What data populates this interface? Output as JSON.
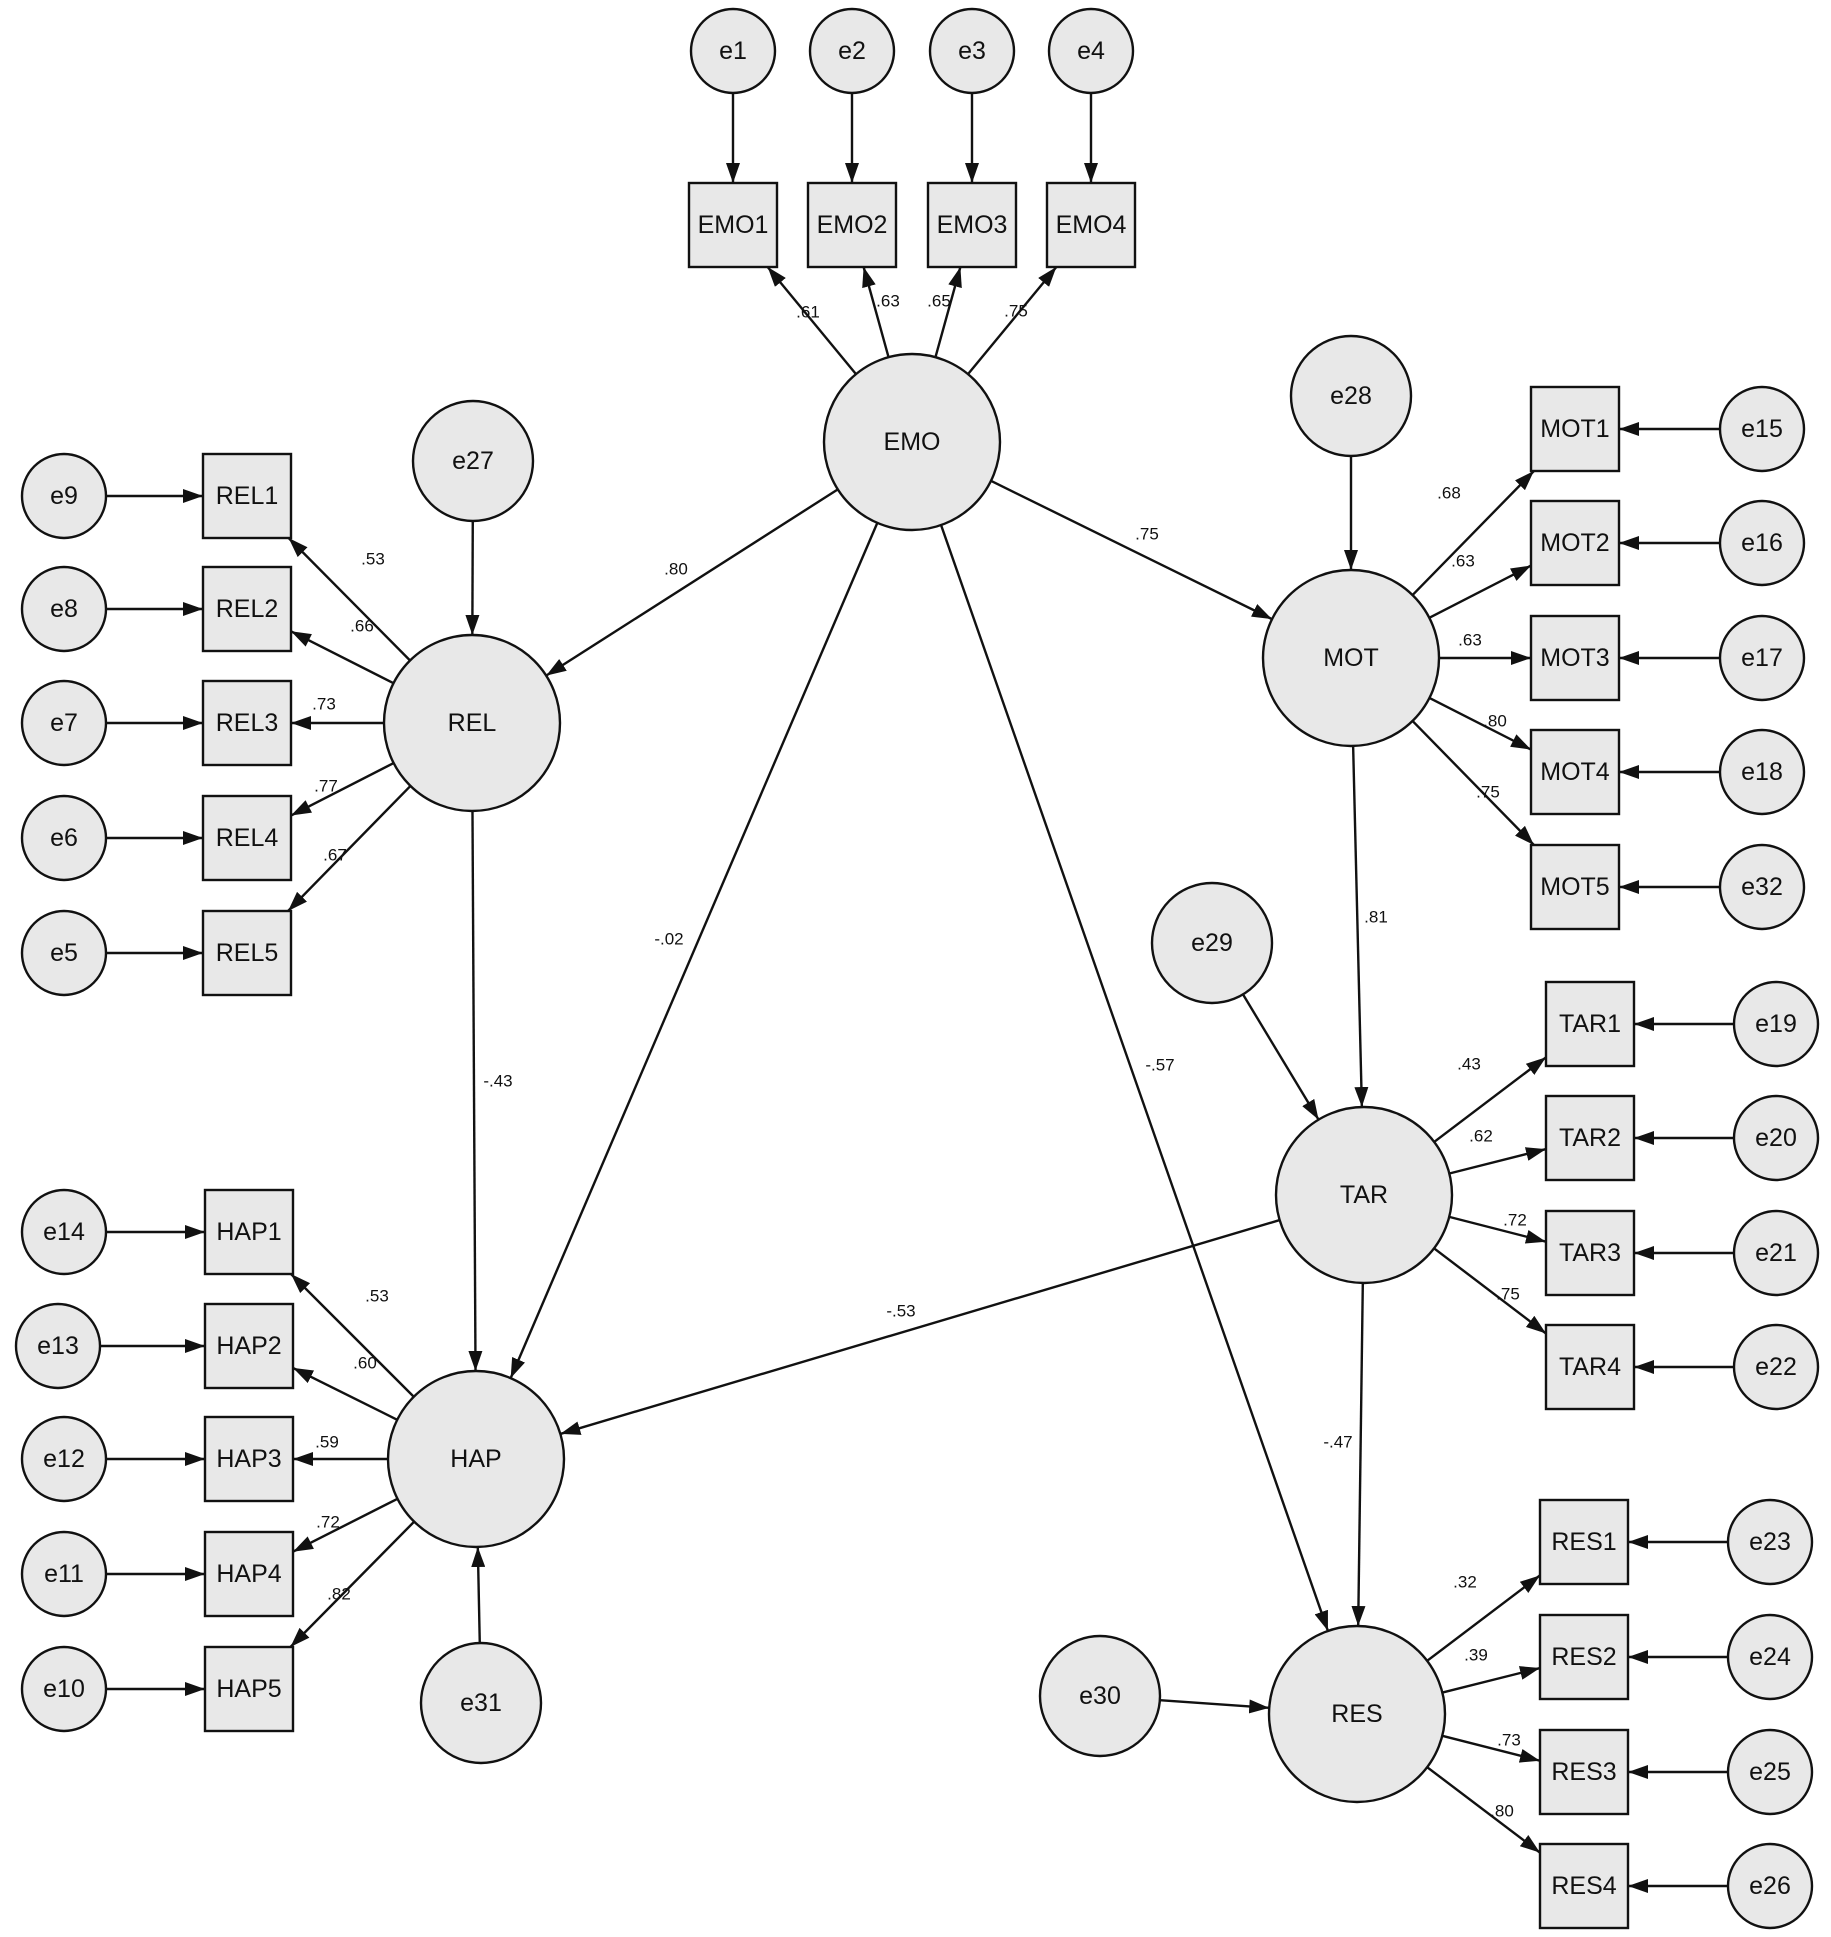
{
  "diagram": {
    "latents": [
      {
        "id": "EMO",
        "label": "EMO"
      },
      {
        "id": "REL",
        "label": "REL"
      },
      {
        "id": "MOT",
        "label": "MOT"
      },
      {
        "id": "TAR",
        "label": "TAR"
      },
      {
        "id": "HAP",
        "label": "HAP"
      },
      {
        "id": "RES",
        "label": "RES"
      }
    ],
    "errors": [
      "e1",
      "e2",
      "e3",
      "e4",
      "e5",
      "e6",
      "e7",
      "e8",
      "e9",
      "e10",
      "e11",
      "e12",
      "e13",
      "e14",
      "e15",
      "e16",
      "e17",
      "e18",
      "e19",
      "e20",
      "e21",
      "e22",
      "e23",
      "e24",
      "e25",
      "e26",
      "e27",
      "e28",
      "e29",
      "e30",
      "e31",
      "e32"
    ],
    "indicators": [
      "EMO1",
      "EMO2",
      "EMO3",
      "EMO4",
      "REL1",
      "REL2",
      "REL3",
      "REL4",
      "REL5",
      "MOT1",
      "MOT2",
      "MOT3",
      "MOT4",
      "MOT5",
      "TAR1",
      "TAR2",
      "TAR3",
      "TAR4",
      "HAP1",
      "HAP2",
      "HAP3",
      "HAP4",
      "HAP5",
      "RES1",
      "RES2",
      "RES3",
      "RES4"
    ],
    "loadings": [
      {
        "from": "EMO",
        "to": "EMO1",
        "label": ".61"
      },
      {
        "from": "EMO",
        "to": "EMO2",
        "label": ".63"
      },
      {
        "from": "EMO",
        "to": "EMO3",
        "label": ".65"
      },
      {
        "from": "EMO",
        "to": "EMO4",
        "label": ".75"
      },
      {
        "from": "REL",
        "to": "REL1",
        "label": ".53"
      },
      {
        "from": "REL",
        "to": "REL2",
        "label": ".66"
      },
      {
        "from": "REL",
        "to": "REL3",
        "label": ".73"
      },
      {
        "from": "REL",
        "to": "REL4",
        "label": ".77"
      },
      {
        "from": "REL",
        "to": "REL5",
        "label": ".67"
      },
      {
        "from": "MOT",
        "to": "MOT1",
        "label": ".68"
      },
      {
        "from": "MOT",
        "to": "MOT2",
        "label": ".63"
      },
      {
        "from": "MOT",
        "to": "MOT3",
        "label": ".63"
      },
      {
        "from": "MOT",
        "to": "MOT4",
        "label": ".80"
      },
      {
        "from": "MOT",
        "to": "MOT5",
        "label": ".75"
      },
      {
        "from": "TAR",
        "to": "TAR1",
        "label": ".43"
      },
      {
        "from": "TAR",
        "to": "TAR2",
        "label": ".62"
      },
      {
        "from": "TAR",
        "to": "TAR3",
        "label": ".72"
      },
      {
        "from": "TAR",
        "to": "TAR4",
        "label": ".75"
      },
      {
        "from": "HAP",
        "to": "HAP1",
        "label": ".53"
      },
      {
        "from": "HAP",
        "to": "HAP2",
        "label": ".60"
      },
      {
        "from": "HAP",
        "to": "HAP3",
        "label": ".59"
      },
      {
        "from": "HAP",
        "to": "HAP4",
        "label": ".72"
      },
      {
        "from": "HAP",
        "to": "HAP5",
        "label": ".82"
      },
      {
        "from": "RES",
        "to": "RES1",
        "label": ".32"
      },
      {
        "from": "RES",
        "to": "RES2",
        "label": ".39"
      },
      {
        "from": "RES",
        "to": "RES3",
        "label": ".73"
      },
      {
        "from": "RES",
        "to": "RES4",
        "label": ".80"
      }
    ],
    "paths": [
      {
        "from": "EMO",
        "to": "REL",
        "label": ".80"
      },
      {
        "from": "EMO",
        "to": "MOT",
        "label": ".75"
      },
      {
        "from": "EMO",
        "to": "HAP",
        "label": "-.02"
      },
      {
        "from": "EMO",
        "to": "RES",
        "label": "-.57"
      },
      {
        "from": "REL",
        "to": "HAP",
        "label": "-.43"
      },
      {
        "from": "MOT",
        "to": "TAR",
        "label": ".81"
      },
      {
        "from": "TAR",
        "to": "HAP",
        "label": "-.53"
      },
      {
        "from": "TAR",
        "to": "RES",
        "label": "-.47"
      }
    ],
    "error_links": [
      {
        "from": "e1",
        "to": "EMO1"
      },
      {
        "from": "e2",
        "to": "EMO2"
      },
      {
        "from": "e3",
        "to": "EMO3"
      },
      {
        "from": "e4",
        "to": "EMO4"
      },
      {
        "from": "e9",
        "to": "REL1"
      },
      {
        "from": "e8",
        "to": "REL2"
      },
      {
        "from": "e7",
        "to": "REL3"
      },
      {
        "from": "e6",
        "to": "REL4"
      },
      {
        "from": "e5",
        "to": "REL5"
      },
      {
        "from": "e14",
        "to": "HAP1"
      },
      {
        "from": "e13",
        "to": "HAP2"
      },
      {
        "from": "e12",
        "to": "HAP3"
      },
      {
        "from": "e11",
        "to": "HAP4"
      },
      {
        "from": "e10",
        "to": "HAP5"
      },
      {
        "from": "e15",
        "to": "MOT1"
      },
      {
        "from": "e16",
        "to": "MOT2"
      },
      {
        "from": "e17",
        "to": "MOT3"
      },
      {
        "from": "e18",
        "to": "MOT4"
      },
      {
        "from": "e32",
        "to": "MOT5"
      },
      {
        "from": "e19",
        "to": "TAR1"
      },
      {
        "from": "e20",
        "to": "TAR2"
      },
      {
        "from": "e21",
        "to": "TAR3"
      },
      {
        "from": "e22",
        "to": "TAR4"
      },
      {
        "from": "e23",
        "to": "RES1"
      },
      {
        "from": "e24",
        "to": "RES2"
      },
      {
        "from": "e25",
        "to": "RES3"
      },
      {
        "from": "e26",
        "to": "RES4"
      },
      {
        "from": "e27",
        "to": "REL"
      },
      {
        "from": "e28",
        "to": "MOT"
      },
      {
        "from": "e29",
        "to": "TAR"
      },
      {
        "from": "e30",
        "to": "RES"
      },
      {
        "from": "e31",
        "to": "HAP"
      }
    ]
  }
}
